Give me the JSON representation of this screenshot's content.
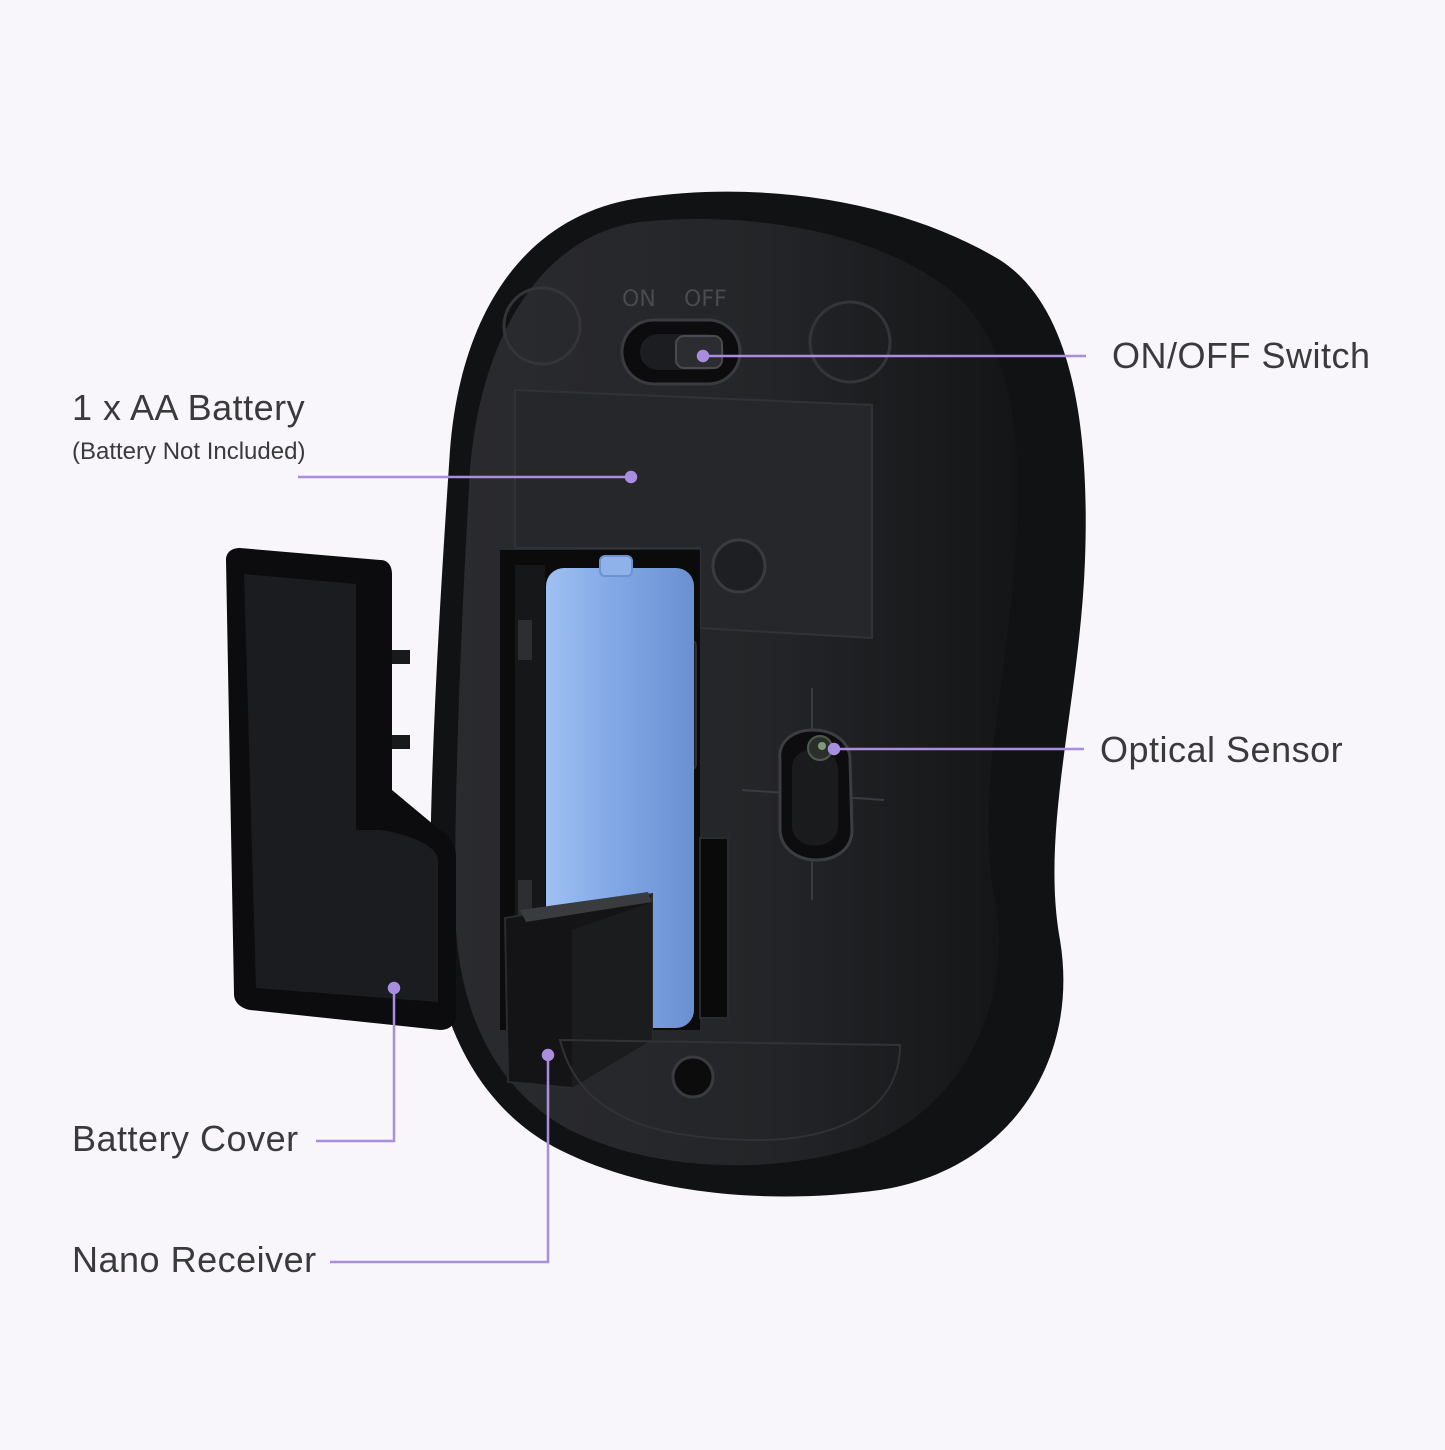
{
  "colors": {
    "background": "#f8f6fa",
    "leader_line": "#a98ee0",
    "mouse_body": "#1f2023",
    "battery": "#7fa6e6",
    "label_text": "#3a3a3c"
  },
  "switch_markings": {
    "on": "ON",
    "off": "OFF"
  },
  "callouts": {
    "battery": {
      "title": "1 x AA Battery",
      "note": "(Battery Not Included)"
    },
    "switch": {
      "title": "ON/OFF Switch"
    },
    "sensor": {
      "title": "Optical Sensor"
    },
    "cover": {
      "title": "Battery Cover"
    },
    "receiver": {
      "title": "Nano Receiver"
    }
  }
}
